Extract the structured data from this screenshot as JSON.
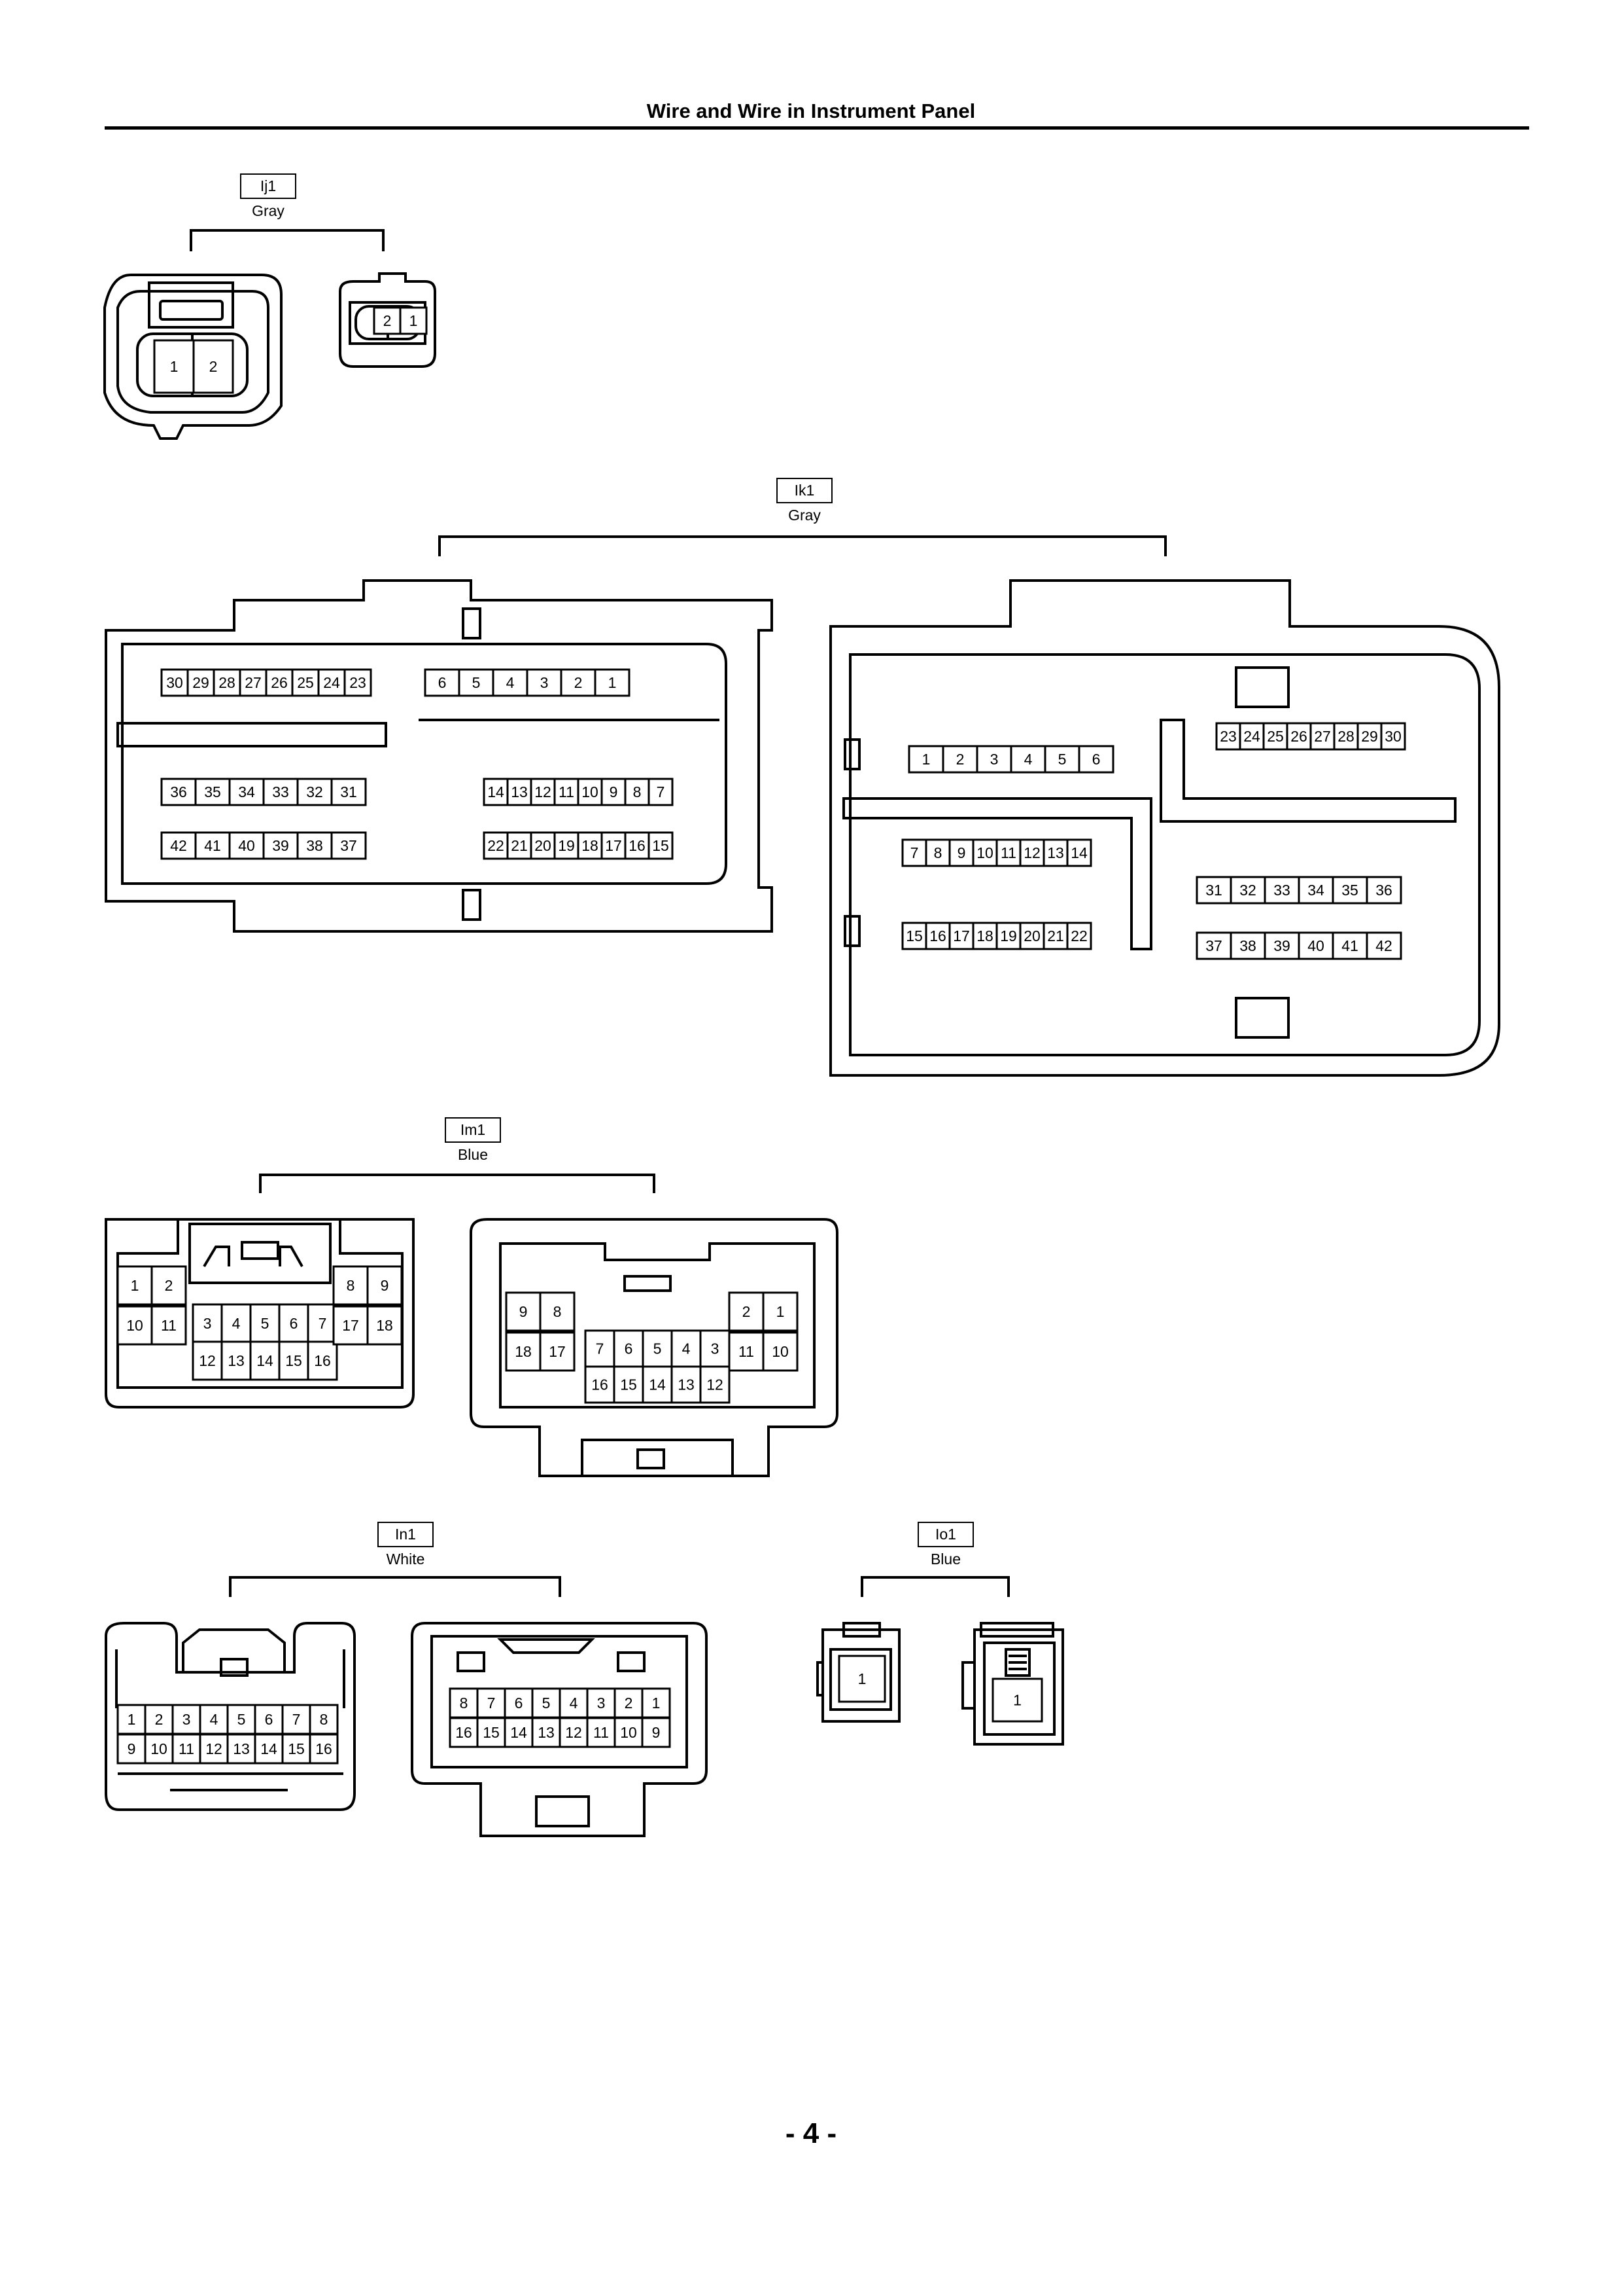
{
  "page": {
    "title": "Wire and Wire in Instrument Panel",
    "page_number": "- 4 -"
  },
  "connectors": [
    {
      "id": "Ij1",
      "color": "Gray",
      "views": [
        {
          "rows": [
            [
              "1",
              "2"
            ]
          ]
        },
        {
          "rows": [
            [
              "2",
              "1"
            ]
          ]
        }
      ]
    },
    {
      "id": "Ik1",
      "color": "Gray",
      "views": [
        {
          "rows": [
            [
              "30",
              "29",
              "28",
              "27",
              "26",
              "25",
              "24",
              "23"
            ],
            [
              "6",
              "5",
              "4",
              "3",
              "2",
              "1"
            ],
            [
              "36",
              "35",
              "34",
              "33",
              "32",
              "31"
            ],
            [
              "14",
              "13",
              "12",
              "11",
              "10",
              "9",
              "8",
              "7"
            ],
            [
              "42",
              "41",
              "40",
              "39",
              "38",
              "37"
            ],
            [
              "22",
              "21",
              "20",
              "19",
              "18",
              "17",
              "16",
              "15"
            ]
          ]
        },
        {
          "rows": [
            [
              "23",
              "24",
              "25",
              "26",
              "27",
              "28",
              "29",
              "30"
            ],
            [
              "1",
              "2",
              "3",
              "4",
              "5",
              "6"
            ],
            [
              "7",
              "8",
              "9",
              "10",
              "11",
              "12",
              "13",
              "14"
            ],
            [
              "31",
              "32",
              "33",
              "34",
              "35",
              "36"
            ],
            [
              "15",
              "16",
              "17",
              "18",
              "19",
              "20",
              "21",
              "22"
            ],
            [
              "37",
              "38",
              "39",
              "40",
              "41",
              "42"
            ]
          ]
        }
      ]
    },
    {
      "id": "Im1",
      "color": "Blue",
      "views": [
        {
          "rows": [
            [
              "1",
              "2"
            ],
            [
              "10",
              "11"
            ],
            [
              "3",
              "4",
              "5",
              "6",
              "7"
            ],
            [
              "12",
              "13",
              "14",
              "15",
              "16"
            ],
            [
              "8",
              "9"
            ],
            [
              "17",
              "18"
            ]
          ]
        },
        {
          "rows": [
            [
              "9",
              "8"
            ],
            [
              "18",
              "17"
            ],
            [
              "7",
              "6",
              "5",
              "4",
              "3"
            ],
            [
              "16",
              "15",
              "14",
              "13",
              "12"
            ],
            [
              "2",
              "1"
            ],
            [
              "11",
              "10"
            ]
          ]
        }
      ]
    },
    {
      "id": "In1",
      "color": "White",
      "views": [
        {
          "rows": [
            [
              "1",
              "2",
              "3",
              "4",
              "5",
              "6",
              "7",
              "8"
            ],
            [
              "9",
              "10",
              "11",
              "12",
              "13",
              "14",
              "15",
              "16"
            ]
          ]
        },
        {
          "rows": [
            [
              "8",
              "7",
              "6",
              "5",
              "4",
              "3",
              "2",
              "1"
            ],
            [
              "16",
              "15",
              "14",
              "13",
              "12",
              "11",
              "10",
              "9"
            ]
          ]
        }
      ]
    },
    {
      "id": "Io1",
      "color": "Blue",
      "views": [
        {
          "rows": [
            [
              "1"
            ]
          ]
        },
        {
          "rows": [
            [
              "1"
            ]
          ]
        }
      ]
    }
  ]
}
